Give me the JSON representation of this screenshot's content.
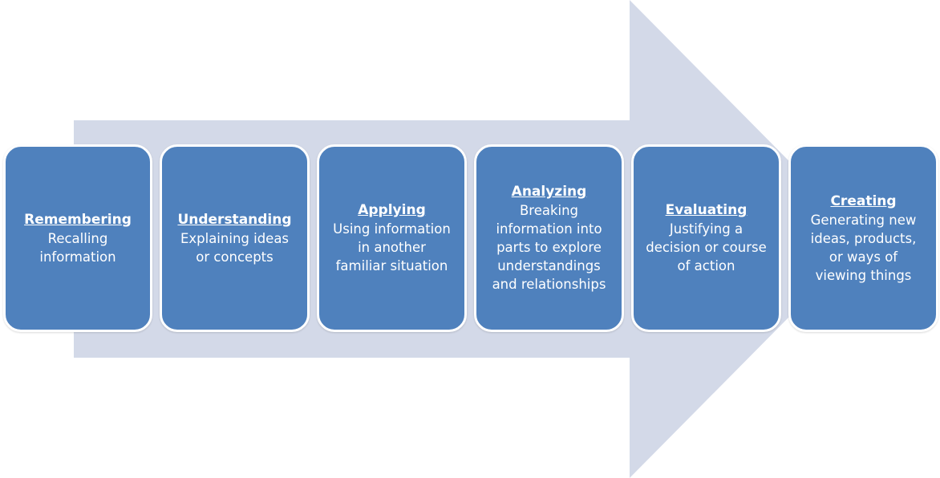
{
  "colors": {
    "arrow": "#d3d9e8",
    "box": "#4f81bd",
    "box_border": "#ffffff",
    "text": "#ffffff"
  },
  "steps": [
    {
      "title": "Remembering",
      "description": "Recalling\ninformation"
    },
    {
      "title": "Understanding",
      "description": "Explaining ideas\nor concepts"
    },
    {
      "title": "Applying",
      "description": "Using information\nin another\nfamiliar situation"
    },
    {
      "title": "Analyzing",
      "description": "Breaking\ninformation into\nparts to explore\nunderstandings\nand relationships"
    },
    {
      "title": "Evaluating",
      "description": "Justifying a\ndecision or course\nof action"
    },
    {
      "title": "Creating",
      "description": "Generating new\nideas, products,\nor ways of\nviewing things"
    }
  ]
}
